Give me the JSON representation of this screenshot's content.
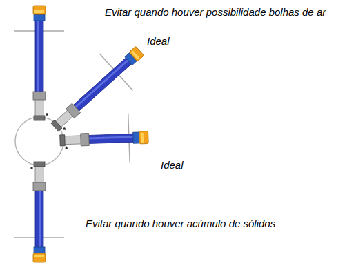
{
  "diagram": {
    "labels": [
      "Evitar quando houver possibilidade bolhas de ar",
      "Ideal",
      "Ideal",
      "Evitar quando houver acúmulo de sólidos"
    ]
  }
}
